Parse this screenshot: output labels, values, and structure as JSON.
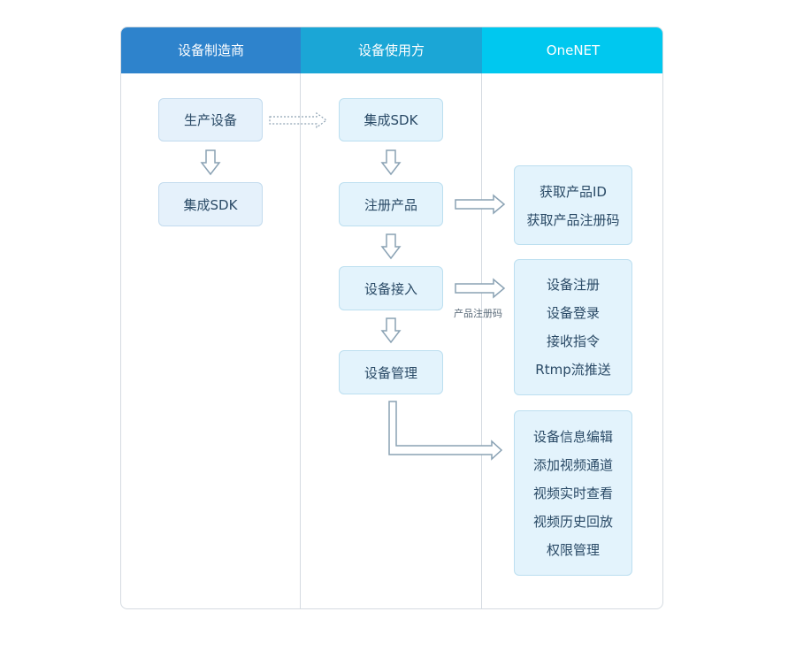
{
  "headers": {
    "manufacturer": "设备制造商",
    "user": "设备使用方",
    "platform": "OneNET"
  },
  "manufacturer": {
    "produce": "生产设备",
    "integrate": "集成SDK"
  },
  "user": {
    "integrate": "集成SDK",
    "register": "注册产品",
    "access": "设备接入",
    "manage": "设备管理"
  },
  "arrow_label": "产品注册码",
  "onenet": {
    "product": [
      "获取产品ID",
      "获取产品注册码"
    ],
    "device": [
      "设备注册",
      "设备登录",
      "接收指令",
      "Rtmp流推送"
    ],
    "management": [
      "设备信息编辑",
      "添加视频通道",
      "视频实时查看",
      "视频历史回放",
      "权限管理"
    ]
  }
}
